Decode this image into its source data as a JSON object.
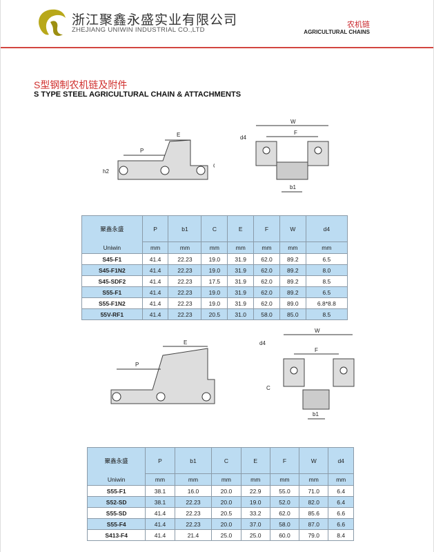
{
  "header": {
    "company_cn": "浙江聚鑫永盛实业有限公司",
    "company_en": "ZHEJIANG UNIWIN  INDUSTRIAL CO.,LTD",
    "category_cn": "农机链",
    "category_en": "AGRICULTURAL  CHAINS"
  },
  "title": {
    "cn": "S型钢制农机链及附件",
    "en": "S TYPE STEEL AGRICULTURAL CHAIN & ATTACHMENTS"
  },
  "diagram_labels": {
    "P": "P",
    "E": "E",
    "C": "C",
    "h2": "h2",
    "W": "W",
    "F": "F",
    "d4": "d4",
    "b1": "b1"
  },
  "table1": {
    "brand_cn": "聚鑫永盛",
    "brand_en": "Uniwin",
    "columns": [
      "P",
      "b1",
      "C",
      "E",
      "F",
      "W",
      "d4"
    ],
    "unit": "mm",
    "rows": [
      [
        "S45-F1",
        "41.4",
        "22.23",
        "19.0",
        "31.9",
        "62.0",
        "89.2",
        "6.5"
      ],
      [
        "S45-F1N2",
        "41.4",
        "22.23",
        "19.0",
        "31.9",
        "62.0",
        "89.2",
        "8.0"
      ],
      [
        "S45-SDF2",
        "41.4",
        "22.23",
        "17.5",
        "31.9",
        "62.0",
        "89.2",
        "8.5"
      ],
      [
        "S55-F1",
        "41.4",
        "22.23",
        "19.0",
        "31.9",
        "62.0",
        "89.2",
        "6.5"
      ],
      [
        "S55-F1N2",
        "41.4",
        "22.23",
        "19.0",
        "31.9",
        "62.0",
        "89.0",
        "6.8*8.8"
      ],
      [
        "55V-RF1",
        "41.4",
        "22.23",
        "20.5",
        "31.0",
        "58.0",
        "85.0",
        "8.5"
      ]
    ]
  },
  "table2": {
    "brand_cn": "聚鑫永盛",
    "brand_en": "Uniwin",
    "columns": [
      "P",
      "b1",
      "C",
      "E",
      "F",
      "W",
      "d4"
    ],
    "unit": "mm",
    "rows": [
      [
        "S55-F1",
        "38.1",
        "16.0",
        "20.0",
        "22.9",
        "55.0",
        "71.0",
        "6.4"
      ],
      [
        "S52-SD",
        "38.1",
        "22.23",
        "20.0",
        "19.0",
        "52.0",
        "82.0",
        "6.4"
      ],
      [
        "S55-SD",
        "41.4",
        "22.23",
        "20.5",
        "33.2",
        "62.0",
        "85.6",
        "6.6"
      ],
      [
        "S55-F4",
        "41.4",
        "22.23",
        "20.0",
        "37.0",
        "58.0",
        "87.0",
        "6.6"
      ],
      [
        "S413-F4",
        "41.4",
        "21.4",
        "25.0",
        "25.0",
        "60.0",
        "79.0",
        "8.4"
      ]
    ]
  }
}
